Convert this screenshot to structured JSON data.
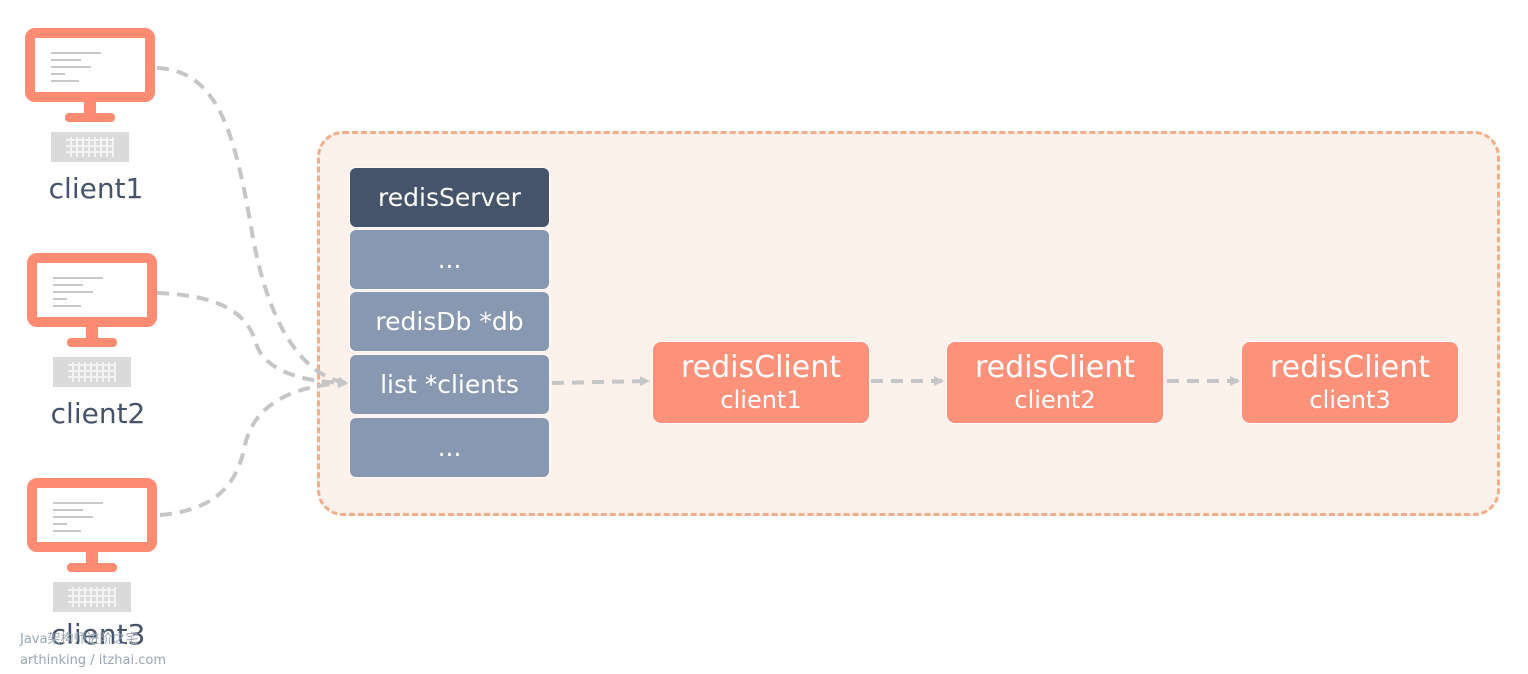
{
  "server": {
    "header": "redisServer",
    "rows": [
      "...",
      "redisDb *db",
      "list *clients",
      "..."
    ]
  },
  "linked_clients": [
    {
      "title": "redisClient",
      "name": "client1"
    },
    {
      "title": "redisClient",
      "name": "client2"
    },
    {
      "title": "redisClient",
      "name": "client3"
    }
  ],
  "terminals": [
    {
      "label": "client1"
    },
    {
      "label": "client2"
    },
    {
      "label": "client3"
    }
  ],
  "watermark": {
    "line1": "Java架构师进阶之宅",
    "line2": "arthinking / itzhai.com"
  },
  "colors": {
    "server_header": "#46546b",
    "server_row": "#8898b1",
    "client_node": "#fd917a",
    "container_border": "#f2ad89",
    "container_fill": "#fdf1ec",
    "connector": "#c6c6c6"
  }
}
